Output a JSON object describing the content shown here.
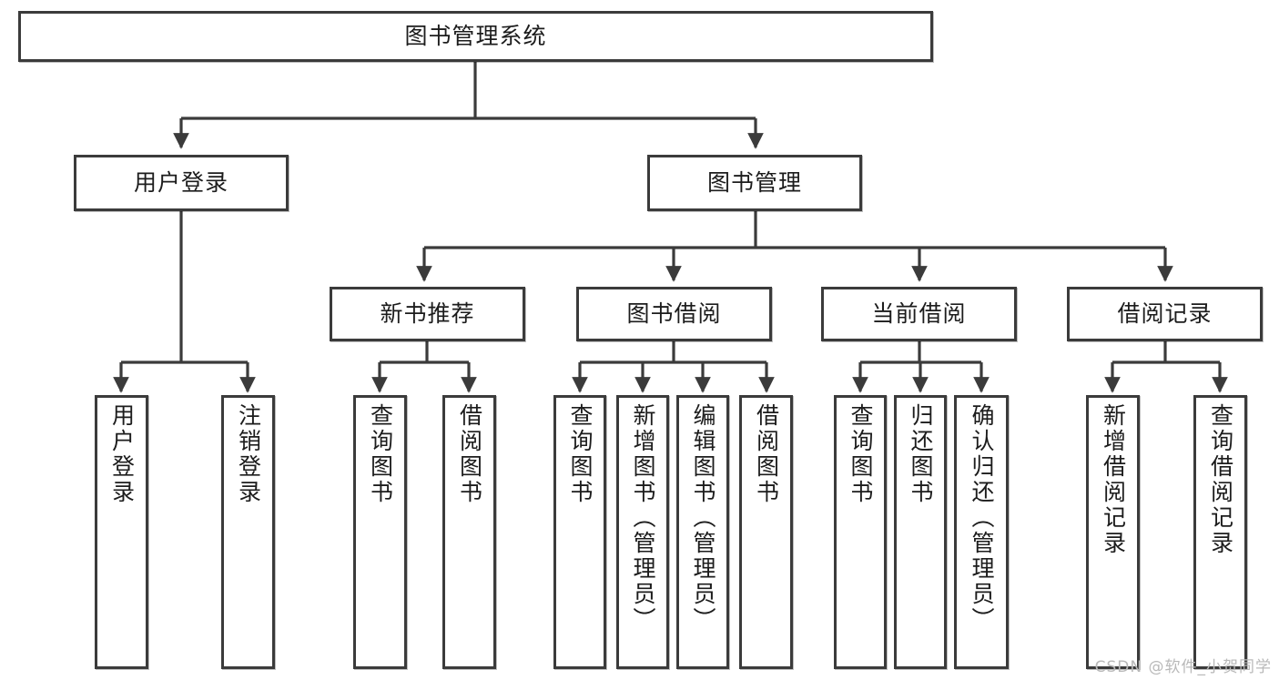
{
  "diagram": {
    "title": "图书管理系统",
    "watermark": "CSDN @软件_小贺同学",
    "type": "tree-hierarchy-diagram",
    "colors": {
      "node_border": "#3b3b3b",
      "node_fill": "#ffffff",
      "connector": "#3b3b3b",
      "text": "#1c1c1c",
      "watermark": "#b9b9b9"
    },
    "root": {
      "id": "root",
      "label": "图书管理系统"
    },
    "level2": [
      {
        "id": "user-login",
        "label": "用户登录"
      },
      {
        "id": "book-manage",
        "label": "图书管理"
      }
    ],
    "level3": [
      {
        "id": "new-book-rec",
        "label": "新书推荐",
        "parent": "book-manage"
      },
      {
        "id": "book-borrow",
        "label": "图书借阅",
        "parent": "book-manage"
      },
      {
        "id": "current-borrow",
        "label": "当前借阅",
        "parent": "book-manage"
      },
      {
        "id": "borrow-record",
        "label": "借阅记录",
        "parent": "book-manage"
      }
    ],
    "leaves": {
      "user-login": [
        {
          "id": "leaf-user-login",
          "label": "用户登录"
        },
        {
          "id": "leaf-user-logout",
          "label": "注销登录"
        }
      ],
      "new-book-rec": [
        {
          "id": "leaf-query-book-1",
          "label": "查询图书"
        },
        {
          "id": "leaf-borrow-book-1",
          "label": "借阅图书"
        }
      ],
      "book-borrow": [
        {
          "id": "leaf-query-book-2",
          "label": "查询图书"
        },
        {
          "id": "leaf-add-book",
          "label": "新增图书（管理员）"
        },
        {
          "id": "leaf-edit-book",
          "label": "编辑图书（管理员）"
        },
        {
          "id": "leaf-borrow-book-2",
          "label": "借阅图书"
        }
      ],
      "current-borrow": [
        {
          "id": "leaf-query-book-3",
          "label": "查询图书"
        },
        {
          "id": "leaf-return-book",
          "label": "归还图书"
        },
        {
          "id": "leaf-confirm-return",
          "label": "确认归还（管理员）"
        }
      ],
      "borrow-record": [
        {
          "id": "leaf-add-record",
          "label": "新增借阅记录"
        },
        {
          "id": "leaf-query-record",
          "label": "查询借阅记录"
        }
      ]
    }
  }
}
